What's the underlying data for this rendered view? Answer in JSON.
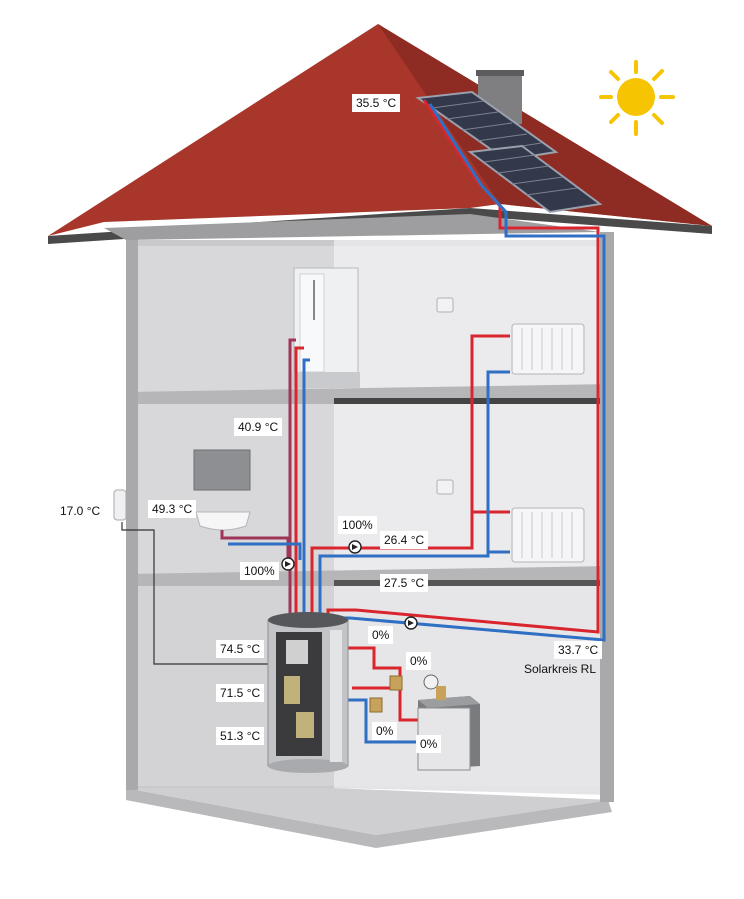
{
  "colors": {
    "roof": "#a8362a",
    "wall": "#d7d7d9",
    "hot_pipe": "#d9262e",
    "cold_pipe": "#2f6fc4",
    "sun": "#f6c400",
    "sensor_line": "#333333"
  },
  "readings": {
    "collector_temp": "35.5 °C",
    "outdoor_temp": "17.0 °C",
    "dhw_upper_temp": "40.9 °C",
    "sink_temp": "49.3 °C",
    "dhw_pump_pct": "100%",
    "heating_pump_pct": "100%",
    "heating_flow_temp": "26.4 °C",
    "heating_return_temp": "27.5 °C",
    "tank_top_temp": "74.5 °C",
    "tank_mid_temp": "71.5 °C",
    "tank_bottom_temp": "51.3 °C",
    "solar_pump_pct": "0%",
    "valve_a_pct": "0%",
    "valve_b_pct": "0%",
    "boiler_pct": "0%",
    "solar_return_temp": "33.7 °C",
    "solar_return_label": "Solarkreis RL"
  },
  "icons": [
    "sun-icon",
    "pump-icon",
    "thermostat-icon",
    "outdoor-sensor-icon"
  ]
}
